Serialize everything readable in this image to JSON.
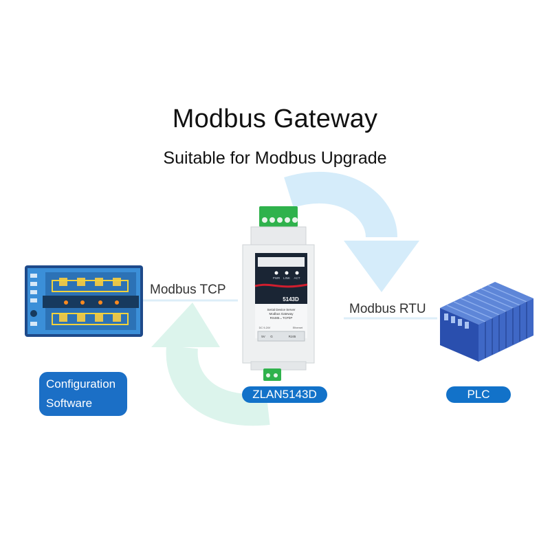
{
  "header": {
    "title": "Modbus Gateway",
    "subtitle": "Suitable for Modbus Upgrade"
  },
  "links": {
    "left_label": "Modbus TCP",
    "right_label": "Modbus RTU"
  },
  "nodes": {
    "config_software": {
      "line1": "Configuration",
      "line2": "Software",
      "icon": "monitor-screen-icon"
    },
    "device": {
      "name": "ZLAN5143D",
      "model_badge": "5143D",
      "panel_line1": "Serial Device Server",
      "panel_line2": "Modbus Gateway",
      "panel_line3": "RS485↔TCP/IP",
      "port_left": "5V",
      "port_mid": "G",
      "port_right": "RJ45",
      "led_pwr": "PWR",
      "led_link": "LINK",
      "led_act": "ACT",
      "bottom_text": "DC 9-24V",
      "bottom_text2": "Ethernet",
      "icon": "din-rail-gateway-icon"
    },
    "plc": {
      "name": "PLC",
      "icon": "plc-rack-icon"
    }
  },
  "colors": {
    "accent_blue": "#1272c9",
    "arrow_light_blue": "#cfe9f9",
    "arrow_light_green": "#d7f3ea",
    "plc_blue": "#2a4fae"
  }
}
